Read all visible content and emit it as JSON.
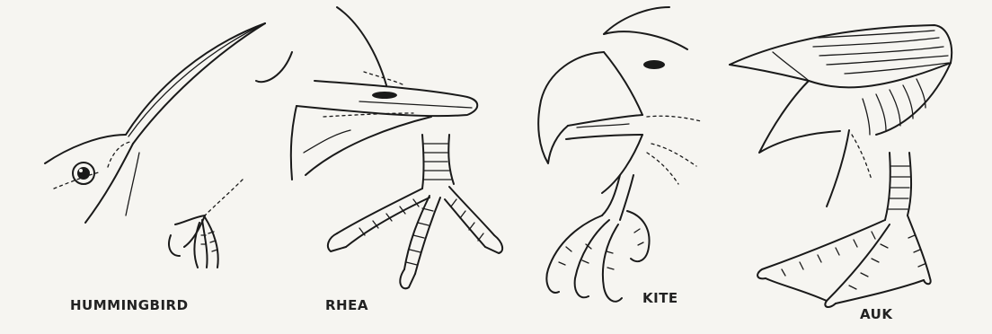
{
  "figures": [
    {
      "id": "hummingbird",
      "label": "HUMMINGBIRD"
    },
    {
      "id": "rhea",
      "label": "RHEA"
    },
    {
      "id": "kite",
      "label": "KITE"
    },
    {
      "id": "auk",
      "label": "AUK"
    }
  ]
}
